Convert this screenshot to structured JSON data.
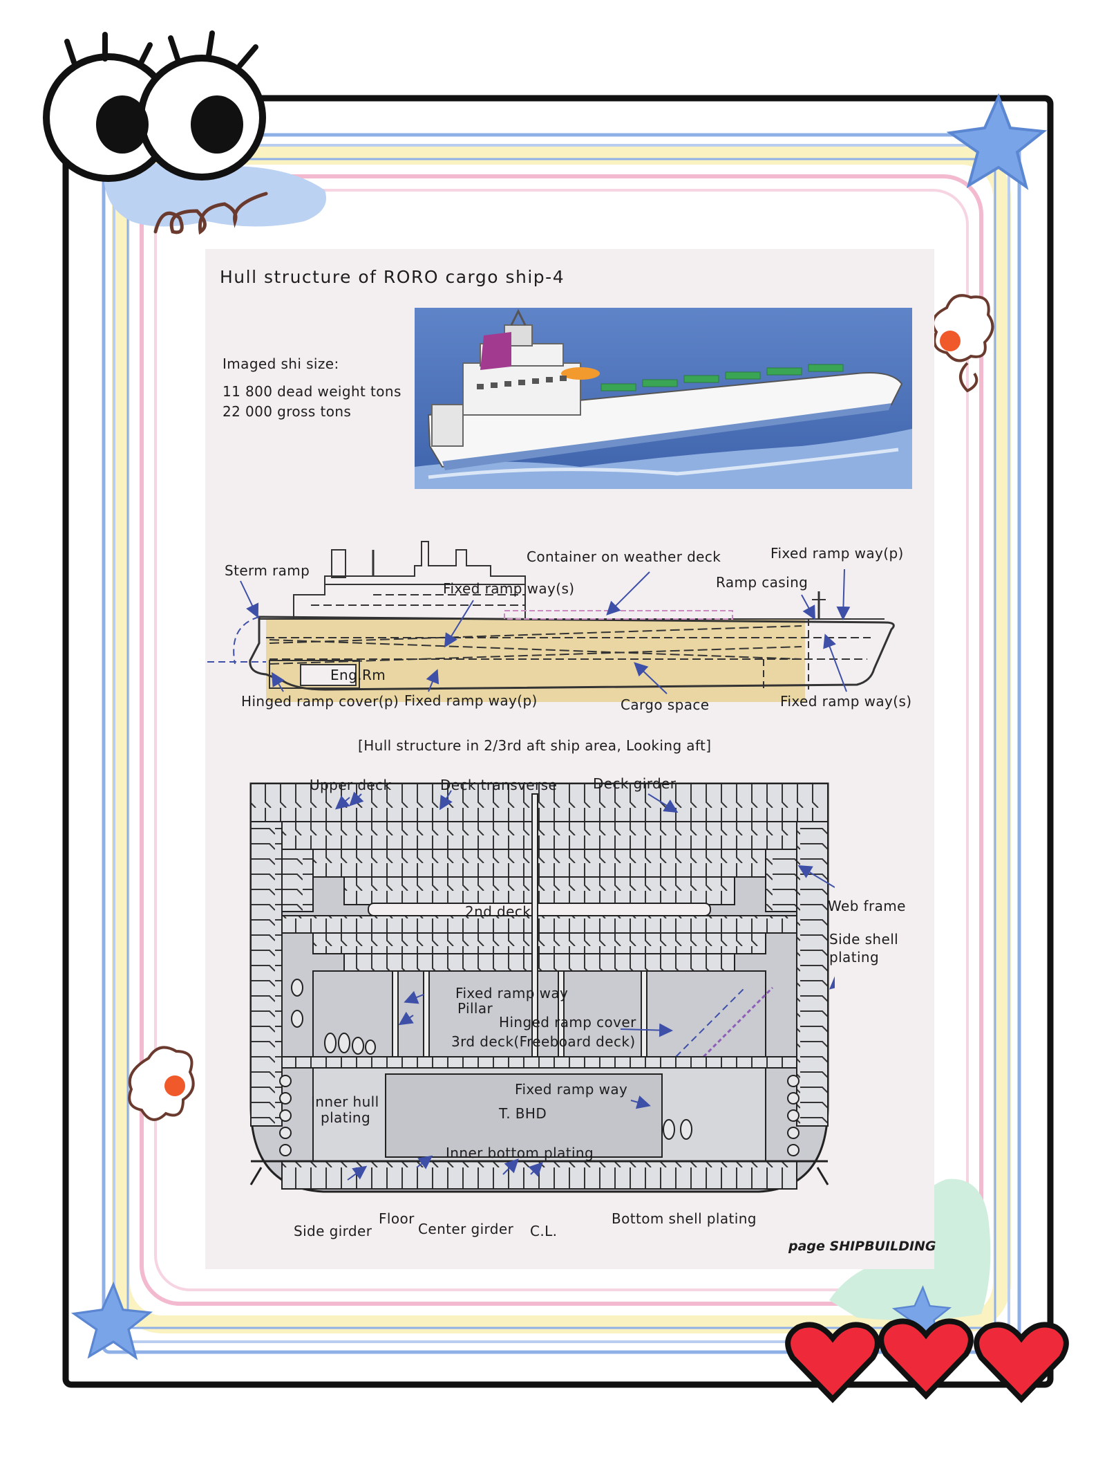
{
  "title": "Hull structure of  RORO cargo ship-4",
  "ship_size": {
    "heading": "Imaged shi size:",
    "dwt": "11 800 dead weight tons",
    "gt": "22 000 gross tons"
  },
  "side_view_labels": {
    "sterm_ramp": "Sterm ramp",
    "container_on_weather_deck": "Container on weather deck",
    "fixed_ramp_way_p_top": "Fixed ramp way(p)",
    "ramp_casing": "Ramp casing",
    "fixed_ramp_way_s_top": "Fixed ramp way(s)",
    "eng_rm": "Eng.Rm",
    "hinged_ramp_cover_p": "Hinged ramp cover(p)",
    "fixed_ramp_way_p_bottom": "Fixed ramp way(p)",
    "cargo_space": "Cargo space",
    "fixed_ramp_way_s_bottom": "Fixed ramp way(s)"
  },
  "section_caption": "[Hull structure  in 2/3rd aft ship area, Looking aft]",
  "section_labels": {
    "upper_deck": "Upper deck",
    "deck_transverse": "Deck transverse",
    "deck_girder": "Deck girder",
    "web_frame": "Web frame",
    "side_shell_plating_1": "Side shell",
    "side_shell_plating_2": "plating",
    "second_deck": "2nd deck",
    "fixed_ramp_way": "Fixed ramp way",
    "pillar": "Pillar",
    "hinged_ramp_cover": "Hinged ramp cover",
    "third_deck": "3rd deck(Freeboard deck)",
    "fixed_ramp_way_lower": "Fixed ramp way",
    "inner_hull_plating_1": "Inner hull",
    "inner_hull_plating_2": "plating",
    "t_bhd": "T. BHD",
    "inner_bottom_plating": "Inner bottom plating",
    "floor": "Floor",
    "side_girder": "Side girder",
    "center_girder": "Center girder",
    "cl": "C.L.",
    "bottom_shell_plating": "Bottom shell plating"
  },
  "page_mark": "page SHIPBUILDING",
  "colors": {
    "frame_dark": "#111111",
    "frame_blue": "#8fb0e6",
    "frame_pink": "#f3b9cf",
    "frame_yellow": "#fbf2c2",
    "heart_red": "#ee2a3a",
    "star_blue": "#7aa4e8",
    "sea_blue": "#4a6fb8",
    "cargo_tan": "#e9d6a2",
    "arrow_blue": "#3e4fa8"
  },
  "icons": [
    "eyes-icon",
    "star-icon",
    "heart-icon",
    "flower-icon",
    "doodle-swirl-icon"
  ]
}
